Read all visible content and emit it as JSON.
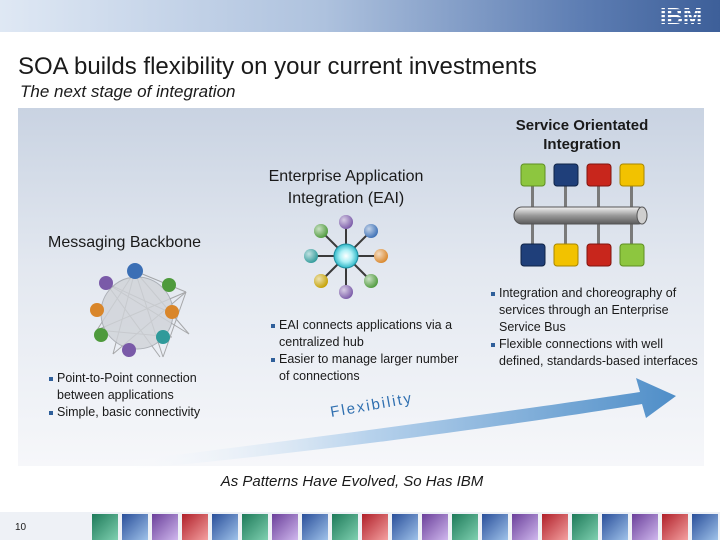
{
  "header": {
    "logo": "IBM"
  },
  "title": "SOA builds flexibility on your current investments",
  "subtitle": "The next stage of integration",
  "stages": {
    "messaging": {
      "label": "Messaging Backbone",
      "bullets": [
        "Point-to-Point connection between applications",
        "Simple, basic connectivity"
      ]
    },
    "eai": {
      "label": "Enterprise Application Integration (EAI)",
      "bullets": [
        "EAI connects applications via a centralized hub",
        "Easier to manage larger number of connections"
      ]
    },
    "soa": {
      "label": "Service Orientated Integration",
      "bullets": [
        "Integration and choreography of services through an Enterprise Service Bus",
        "Flexible connections with well defined, standards-based interfaces"
      ]
    }
  },
  "arrow_label": "Flexibility",
  "footer_caption": "As Patterns Have Evolved, So Has IBM",
  "page_number": "10",
  "colors": {
    "arrow": "#4f8ec8",
    "topbar": "#5f7fb4",
    "node_purple": "#7a5aa8",
    "node_orange": "#d9862a",
    "node_green": "#4e9a3c",
    "node_blue": "#3b6fb5",
    "piece_green": "#8dc63f",
    "piece_navy": "#1f3f7a",
    "piece_red": "#c8261c",
    "piece_yellow": "#f2c200"
  }
}
